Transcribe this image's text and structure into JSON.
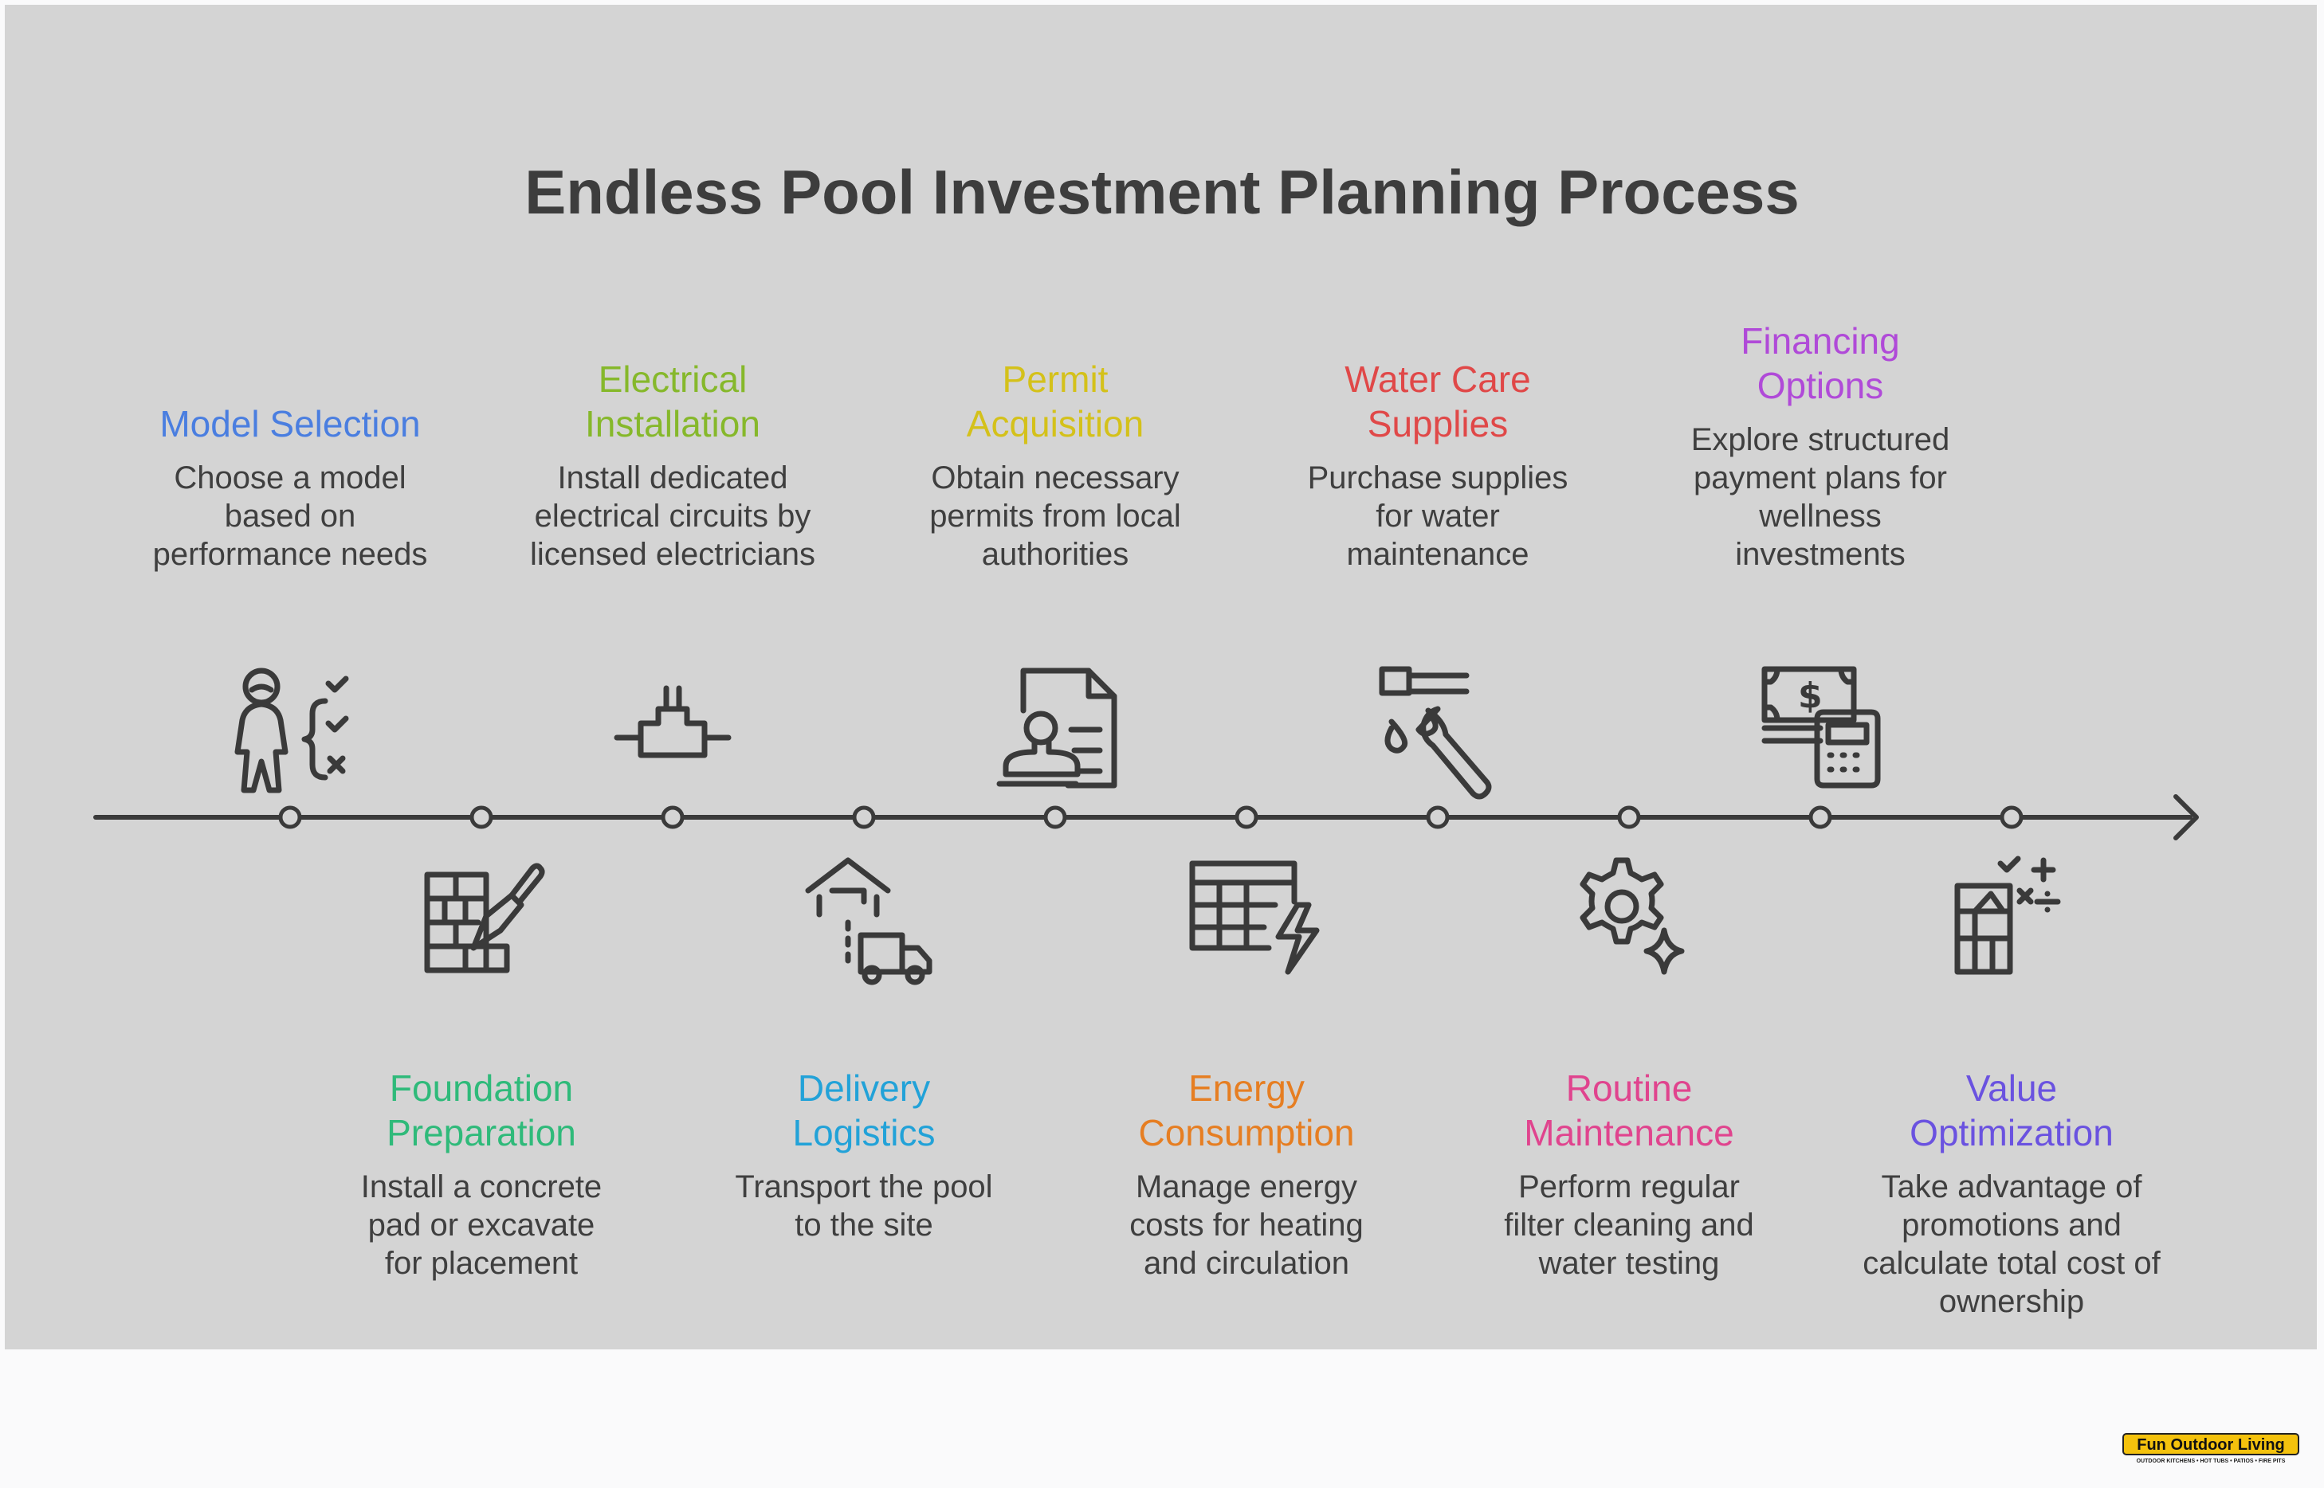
{
  "title": "Endless Pool Investment Planning Process",
  "colors": {
    "background": "#d4d4d4",
    "timeline": "#3a3a3a"
  },
  "steps": [
    {
      "title": "Model Selection",
      "desc": "Choose a model based on performance needs",
      "color": "#4a7ee0",
      "icon": "person-checklist-icon",
      "position": "top"
    },
    {
      "title": "Foundation Preparation",
      "desc": "Install a concrete pad or excavate for placement",
      "color": "#2fba7a",
      "icon": "brick-wall-trowel-icon",
      "position": "bottom"
    },
    {
      "title": "Electrical Installation",
      "desc": "Install dedicated electrical circuits by licensed electricians",
      "color": "#86b82b",
      "icon": "electrical-plug-icon",
      "position": "top"
    },
    {
      "title": "Delivery Logistics",
      "desc": "Transport the pool to the site",
      "color": "#22a2d8",
      "icon": "warehouse-truck-icon",
      "position": "bottom"
    },
    {
      "title": "Permit Acquisition",
      "desc": "Obtain necessary permits from local authorities",
      "color": "#d4c11a",
      "icon": "document-stamp-icon",
      "position": "top"
    },
    {
      "title": "Energy Consumption",
      "desc": "Manage energy costs for heating and circulation",
      "color": "#e67e22",
      "icon": "grid-lightning-icon",
      "position": "bottom"
    },
    {
      "title": "Water Care Supplies",
      "desc": "Purchase supplies for water maintenance",
      "color": "#e04848",
      "icon": "faucet-wrench-icon",
      "position": "top"
    },
    {
      "title": "Routine Maintenance",
      "desc": "Perform regular filter cleaning and water testing",
      "color": "#e0448e",
      "icon": "gear-sparkle-icon",
      "position": "bottom"
    },
    {
      "title": "Financing Options",
      "desc": "Explore structured payment plans for wellness investments",
      "color": "#b04ad8",
      "icon": "money-calculator-icon",
      "position": "top"
    },
    {
      "title": "Value Optimization",
      "desc": "Take advantage of promotions and calculate total cost of ownership",
      "color": "#6a52e0",
      "icon": "math-chart-icon",
      "position": "bottom"
    }
  ],
  "logo": {
    "name": "Fun Outdoor Living",
    "tagline": "OUTDOOR KITCHENS • HOT TUBS • PATIOS • FIRE PITS"
  }
}
